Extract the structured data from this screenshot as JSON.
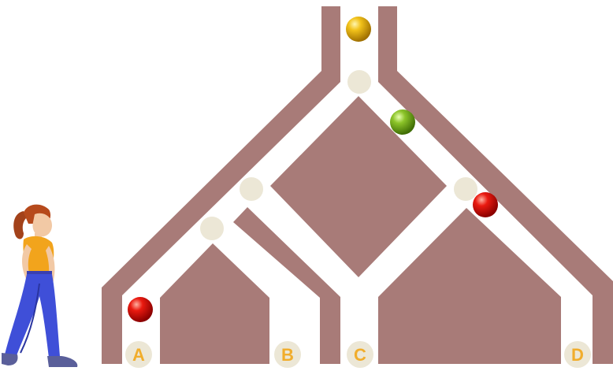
{
  "exits": [
    {
      "id": "A",
      "label": "A"
    },
    {
      "id": "B",
      "label": "B"
    },
    {
      "id": "C",
      "label": "C"
    },
    {
      "id": "D",
      "label": "D"
    }
  ],
  "balls": [
    {
      "id": "yellow-ball",
      "color": "#e8b000"
    },
    {
      "id": "green-ball",
      "color": "#7fb81e"
    },
    {
      "id": "red-ball-right",
      "color": "#e01010"
    },
    {
      "id": "red-ball-left",
      "color": "#e01010"
    }
  ],
  "colors": {
    "wall": "#a87b78",
    "junction": "#ece7d6",
    "label_text": "#f1ad2c",
    "background": "#ffffff"
  },
  "character": {
    "icon": "walking-girl-icon"
  }
}
